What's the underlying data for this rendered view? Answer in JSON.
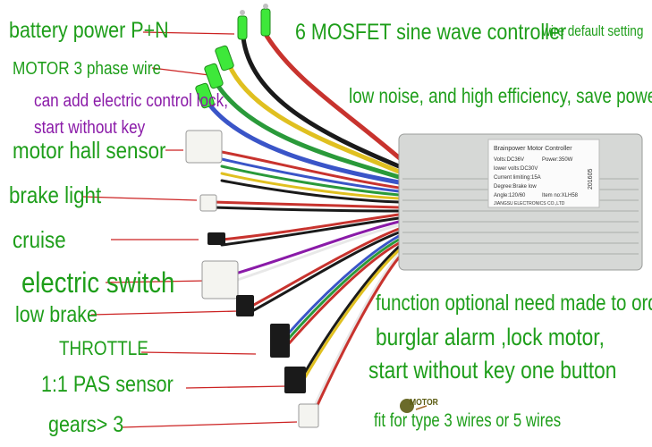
{
  "labels": {
    "battery_power": "battery power P+N",
    "motor_phase": "MOTOR 3 phase wire",
    "electric_lock": "can add electric control lock,",
    "start_without_key": "start without key",
    "motor_hall": "motor hall sensor",
    "brake_light": "brake light",
    "cruise": "cruise",
    "electric_switch": "electric switch",
    "low_brake": "low brake",
    "throttle": "THROTTLE",
    "pas_sensor": "1:1 PAS sensor",
    "gears": "gears> 3",
    "title": "6 MOSFET sine wave controller",
    "default_setting": "wire default setting",
    "low_noise": "low noise, and high efficiency, save power",
    "optional": "function optional need made to order:",
    "burglar": "burglar alarm ,lock motor,",
    "start_one_button": "start without key one button",
    "motor_small": "MOTOR",
    "fit_for": "fit for type 3 wires or 5 wires"
  },
  "controller_label": {
    "brand": "Brainpower Motor Controller",
    "volts": "Volts:DC36V",
    "power": "Power:350W",
    "lower_volts": "lower volts:DC30V",
    "current": "Current limiting:15A",
    "degree": "Degree:Brake low",
    "angle": "Angle:120/60",
    "item": "Item no:XLH58",
    "maker": "JIANGSU ELECTRONICS CO.,LTD",
    "serial": "201605"
  },
  "colors": {
    "green_text": "#1e9e1a",
    "purple_text": "#8a1aa8",
    "pointer_line": "#cc2222",
    "controller_body": "#d6d8d6",
    "connector_green": "#3ee83a"
  }
}
